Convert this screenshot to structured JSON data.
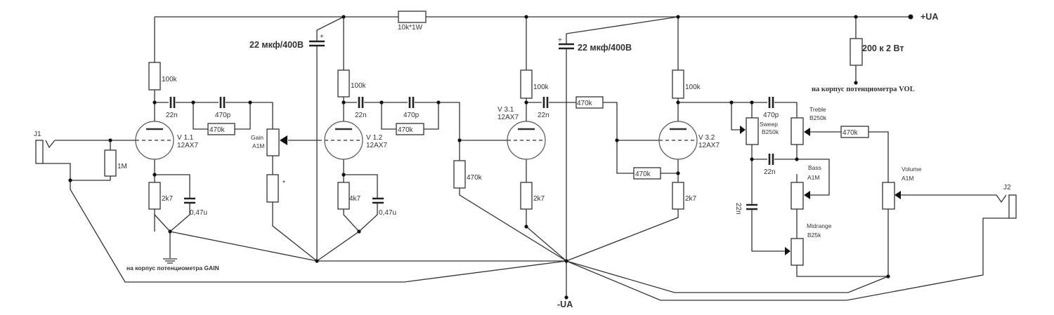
{
  "rails": {
    "plus": "+UA",
    "minus": "-UA"
  },
  "jacks": {
    "input": "J1",
    "output": "J2"
  },
  "tubes": [
    {
      "name": "V 1.1",
      "type": "12AX7"
    },
    {
      "name": "V 1.2",
      "type": "12AX7"
    },
    {
      "name": "V 3.1",
      "type": "12AX7"
    },
    {
      "name": "V 3.2",
      "type": "12AX7"
    }
  ],
  "resistors": {
    "r_input": "1M",
    "r_plate1": "100k",
    "r_cath1": "2k7",
    "r_bridge1": "470k",
    "r_plate2": "100k",
    "r_cath2": "4k7",
    "r_bridge2": "470k",
    "r_rail": "10k*1W",
    "r_grid3": "470k",
    "r_plate3": "100k",
    "r_cath3": "2k7",
    "r_series3": "470k",
    "r_plate4": "100k",
    "r_cath4": "2k7",
    "r_fb4": "470k",
    "r_vol": "470k",
    "r_gain_star": "*",
    "r_bleed": "200 к 2 Вт"
  },
  "capacitors": {
    "c_coup1": "22n",
    "c_bright1": "470p",
    "c_cath1": "0,47u",
    "c_coup2": "22n",
    "c_bright2": "470p",
    "c_cath2": "0,47u",
    "c_coup3": "22n",
    "c_tone_top": "470p",
    "c_tone_mid": "22n",
    "c_tone_low": "22n",
    "c_filter1": "22 мкф/400В",
    "c_filter2": "22 мкф/400В",
    "plus_mark": "+"
  },
  "pots": {
    "gain": {
      "name": "Gain",
      "value": "A1M"
    },
    "sweep": {
      "name": "Sweep",
      "value": "B250k"
    },
    "treble": {
      "name": "Treble",
      "value": "B250k"
    },
    "bass": {
      "name": "Bass",
      "value": "A1M"
    },
    "midrange": {
      "name": "Midrange",
      "value": "B25k"
    },
    "volume": {
      "name": "Volume",
      "value": "A1M"
    }
  },
  "notes": {
    "gain_ground": "на корпус потенциометра GAIN",
    "vol_ground": "на корпус потенциометра VOL"
  }
}
